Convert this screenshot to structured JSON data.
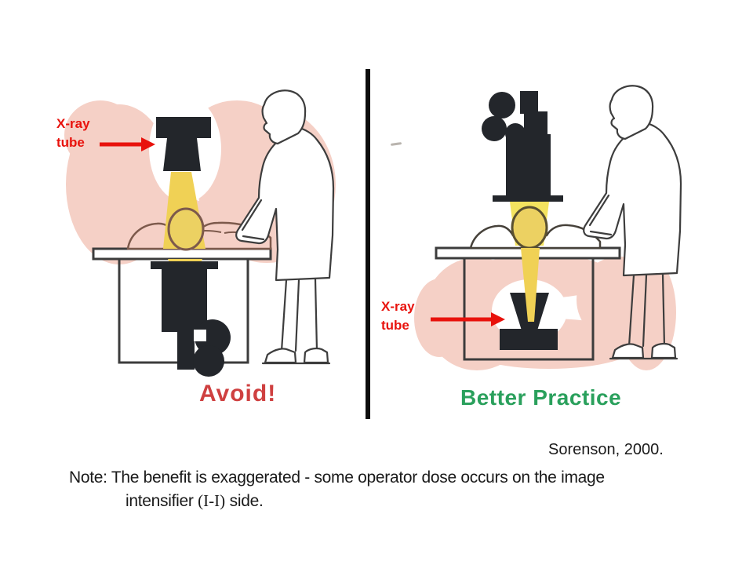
{
  "slide": {
    "left_panel": {
      "tube_label": {
        "line1": "X-ray",
        "line2": "tube"
      },
      "caption": "Avoid!"
    },
    "right_panel": {
      "tube_label": {
        "line1": "X-ray",
        "line2": "tube"
      },
      "caption": "Better Practice"
    },
    "attribution": "Sorenson, 2000.",
    "note": {
      "line1": "Note: The benefit is exaggerated - some operator dose occurs on the image",
      "line2_pre": "intensifier ",
      "line2_ii": "(I-I)",
      "line2_post": " side."
    }
  },
  "colors": {
    "pink": "#f5d0c6",
    "yellow": "#f0d155",
    "glow": "#f3e04e",
    "head": "#ecd162",
    "dev": "#23262b",
    "red": "#e8120c",
    "avoid": "#cf4040",
    "green": "#2aa05c",
    "ink": "#1a1a1a",
    "table": "#3c3c3c",
    "bodyL": "#7d5a4c",
    "bodyR": "#46413a",
    "op": "#3d3d3d"
  }
}
